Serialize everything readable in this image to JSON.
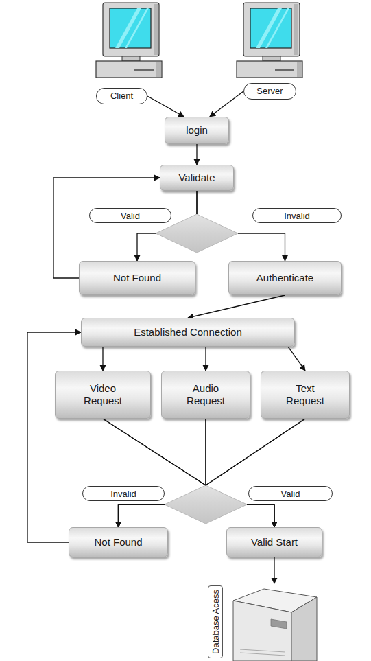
{
  "diagram": {
    "nodes": [
      {
        "text": [
          "Client"
        ]
      },
      {
        "text": [
          "Server"
        ]
      },
      {
        "text": [
          "login"
        ]
      },
      {
        "text": [
          "Validate"
        ]
      },
      {
        "text": [
          "Not Found"
        ]
      },
      {
        "text": [
          "Authenticate"
        ]
      },
      {
        "text": [
          "Established Connection"
        ]
      },
      {
        "text": [
          "Video Request"
        ]
      },
      {
        "text": [
          "Audio Request"
        ]
      },
      {
        "text": [
          "Text Request"
        ]
      },
      {
        "text": [
          "Not Found"
        ]
      },
      {
        "text": [
          "Valid Start"
        ]
      },
      {
        "text": [
          "Database Acess"
        ]
      }
    ],
    "edges": [
      {
        "from": 0,
        "to": 2,
        "arrow": "to"
      },
      {
        "from": 1,
        "to": 2,
        "arrow": "to"
      },
      {
        "from": 2,
        "to": 3,
        "arrow": "to"
      },
      {
        "from": 3,
        "to": 4,
        "arrow": "to"
      },
      {
        "from": 3,
        "to": 5,
        "arrow": "to"
      },
      {
        "from": 4,
        "to": 3,
        "arrow": "to"
      },
      {
        "from": 5,
        "to": 6,
        "arrow": "to"
      },
      {
        "from": 6,
        "to": 7,
        "arrow": "to"
      },
      {
        "from": 6,
        "to": 8,
        "arrow": "to"
      },
      {
        "from": 6,
        "to": 9,
        "arrow": "to"
      },
      {
        "from": 7,
        "to": 10,
        "arrow": "to"
      },
      {
        "from": 7,
        "to": 11,
        "arrow": "to"
      },
      {
        "from": 8,
        "to": 10,
        "arrow": "to"
      },
      {
        "from": 8,
        "to": 11,
        "arrow": "to"
      },
      {
        "from": 9,
        "to": 10,
        "arrow": "to"
      },
      {
        "from": 9,
        "to": 11,
        "arrow": "to"
      },
      {
        "from": 10,
        "to": 6,
        "arrow": "to"
      },
      {
        "from": 11,
        "to": 12,
        "arrow": "to"
      }
    ],
    "labels": [
      "Valid",
      "Invalid",
      "Invalid",
      "Valid"
    ]
  }
}
